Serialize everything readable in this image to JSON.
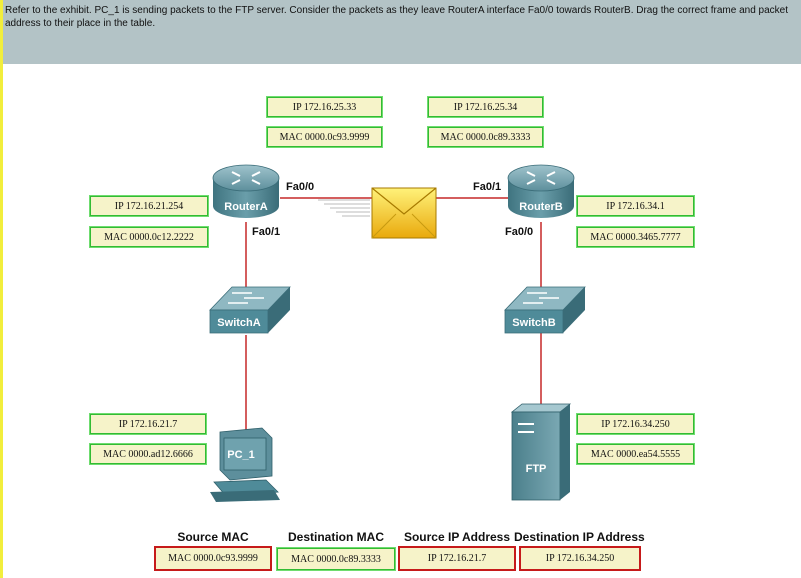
{
  "instructions": "Refer to the exhibit. PC_1 is sending packets to the FTP server. Consider the packets as they leave RouterA interface Fa0/0 towards RouterB. Drag the correct frame and packet address to their place in the table.",
  "devices": {
    "routerA": "RouterA",
    "routerB": "RouterB",
    "switchA": "SwitchA",
    "switchB": "SwitchB",
    "pc1": "PC_1",
    "ftp": "FTP"
  },
  "ports": {
    "routerA_fa00": "Fa0/0",
    "routerA_fa01": "Fa0/1",
    "routerB_fa01": "Fa0/1",
    "routerB_fa00": "Fa0/0"
  },
  "address_tags": {
    "wan_a_ip": "IP 172.16.25.33",
    "wan_a_mac": "MAC 0000.0c93.9999",
    "wan_b_ip": "IP 172.16.25.34",
    "wan_b_mac": "MAC 0000.0c89.3333",
    "ra_lan_ip": "IP 172.16.21.254",
    "ra_lan_mac": "MAC 0000.0c12.2222",
    "rb_lan_ip": "IP 172.16.34.1",
    "rb_lan_mac": "MAC 0000.3465.7777",
    "pc1_ip": "IP 172.16.21.7",
    "pc1_mac": "MAC 0000.ad12.6666",
    "ftp_ip": "IP 172.16.34.250",
    "ftp_mac": "MAC 0000.ea54.5555"
  },
  "answer_table": {
    "headers": [
      "Source MAC",
      "Destination MAC",
      "Source IP Address",
      "Destination IP Address"
    ],
    "values": [
      "MAC 0000.0c93.9999",
      "MAC 0000.0c89.3333",
      "IP 172.16.21.7",
      "IP 172.16.34.250"
    ]
  },
  "colors": {
    "header_bg": "#b3c3c6",
    "left_bar": "#f2ee3c",
    "tag_bg": "#f6f3c9",
    "tag_border_green": "#33bb33",
    "tag_border_red": "#c61a1a",
    "link_line": "#c62828",
    "device_teal": "#4f8b99",
    "envelope": "#f4c21c"
  },
  "icons": {
    "router": "router-icon",
    "switch": "switch-icon",
    "pc": "pc-icon",
    "server": "server-icon",
    "packet": "envelope-icon"
  }
}
